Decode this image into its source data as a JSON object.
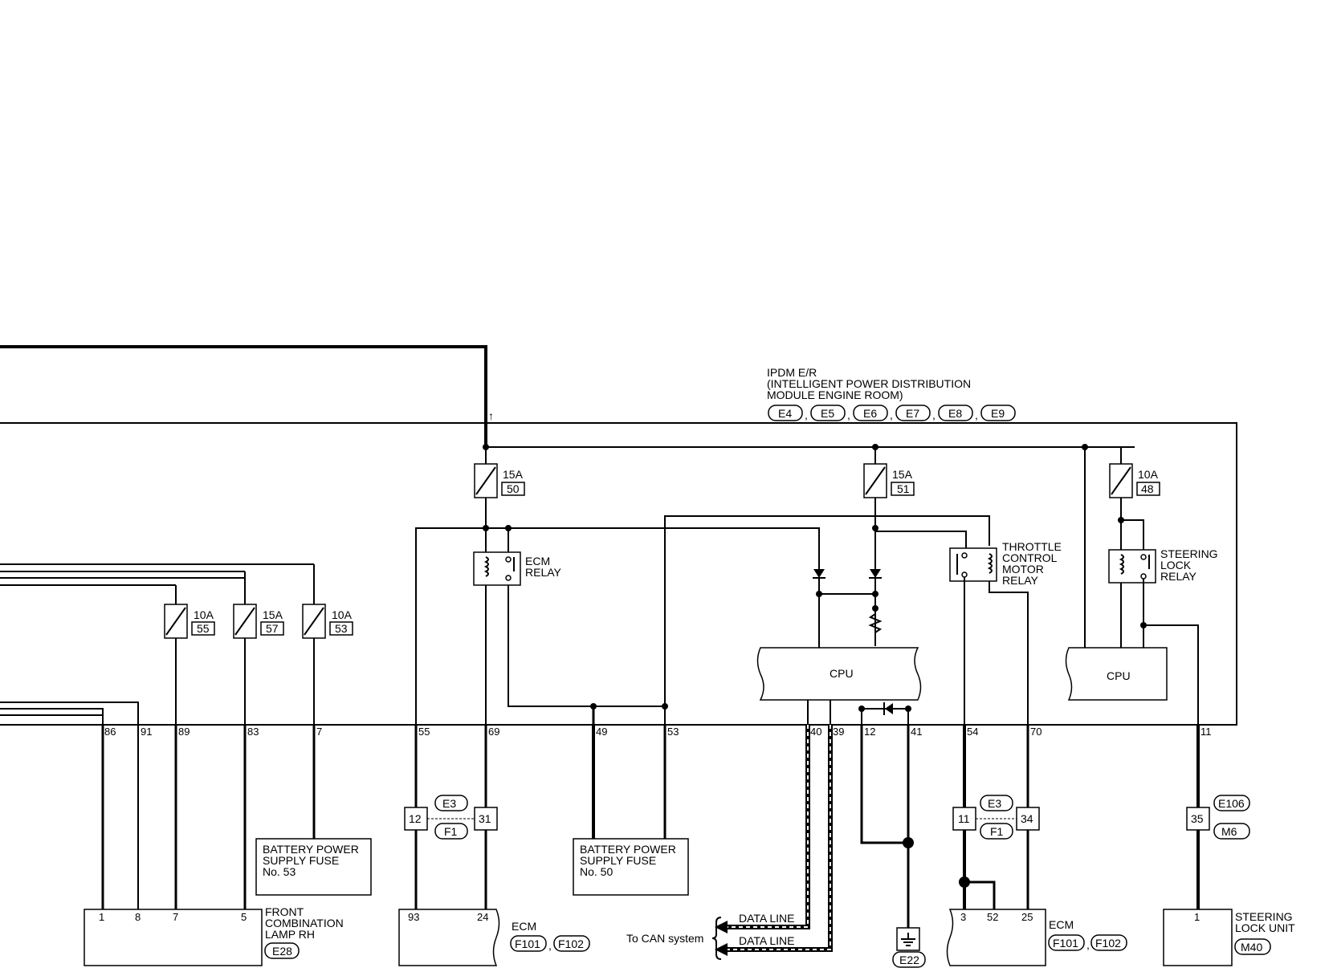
{
  "ipdm": {
    "title_line1": "IPDM E/R",
    "title_line2": "(INTELLIGENT POWER DISTRIBUTION",
    "title_line3": " MODULE ENGINE ROOM)",
    "connectors": [
      "E4",
      "E5",
      "E6",
      "E7",
      "E8",
      "E9"
    ]
  },
  "fuses": {
    "f50": {
      "amp": "15A",
      "no": "50"
    },
    "f51": {
      "amp": "15A",
      "no": "51"
    },
    "f48": {
      "amp": "10A",
      "no": "48"
    },
    "f55": {
      "amp": "10A",
      "no": "55"
    },
    "f57": {
      "amp": "15A",
      "no": "57"
    },
    "f53": {
      "amp": "10A",
      "no": "53"
    }
  },
  "relays": {
    "ecm": [
      "ECM",
      "RELAY"
    ],
    "throttle": [
      "THROTTLE",
      "CONTROL",
      "MOTOR",
      "RELAY"
    ],
    "steering": [
      "STEERING",
      "LOCK",
      "RELAY"
    ]
  },
  "cpu_label": "CPU",
  "ipdm_pins": [
    "86",
    "91",
    "89",
    "83",
    "7",
    "55",
    "69",
    "49",
    "53",
    "40",
    "39",
    "12",
    "41",
    "54",
    "70",
    "11"
  ],
  "joints": {
    "left": {
      "a": "12",
      "b": "31",
      "conn_top": "E3",
      "conn_bottom": "F1"
    },
    "right": {
      "a": "11",
      "b": "34",
      "conn_top": "E3",
      "conn_bottom": "F1"
    },
    "steer": {
      "a": "35",
      "conn_top": "E106",
      "conn_bottom": "M6"
    }
  },
  "battery_fuse_53": [
    "BATTERY POWER",
    "SUPPLY FUSE",
    "No. 53"
  ],
  "battery_fuse_50": [
    "BATTERY POWER",
    "SUPPLY FUSE",
    "No. 50"
  ],
  "front_lamp": {
    "pins": [
      "1",
      "8",
      "7",
      "5"
    ],
    "name": [
      "FRONT",
      "COMBINATION",
      "LAMP RH"
    ],
    "connector": "E28"
  },
  "ecm_left": {
    "pins": [
      "93",
      "24"
    ],
    "name": "ECM",
    "connectors": [
      "F101",
      "F102"
    ]
  },
  "ecm_right": {
    "pins": [
      "3",
      "52",
      "25"
    ],
    "name": "ECM",
    "connectors": [
      "F101",
      "F102"
    ]
  },
  "steering_unit": {
    "pin": "1",
    "name": [
      "STEERING",
      "LOCK UNIT"
    ],
    "connector": "M40"
  },
  "data_line": [
    "DATA LINE",
    "DATA LINE"
  ],
  "can_label": "To CAN system",
  "ground": "E22",
  "arrow_mark": "↑"
}
